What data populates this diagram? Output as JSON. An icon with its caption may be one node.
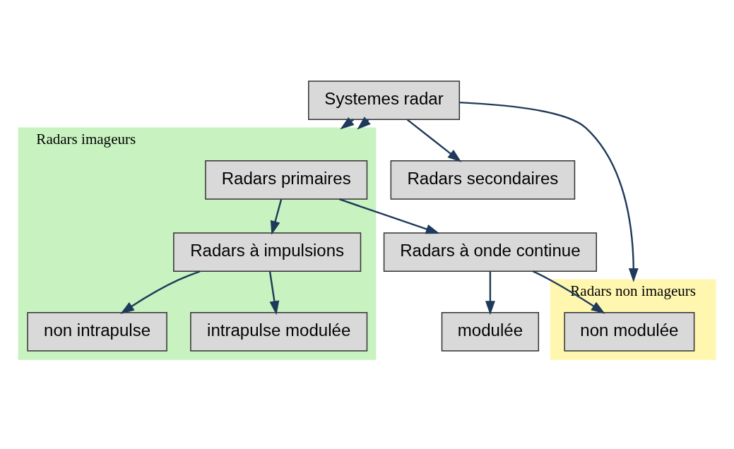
{
  "diagram": {
    "nodes": [
      {
        "text": [
          "Systemes radar"
        ]
      },
      {
        "text": [
          "Radars imageurs"
        ]
      },
      {
        "text": [
          "Radars secondaires"
        ]
      },
      {
        "text": [
          "Radars non imageurs"
        ]
      },
      {
        "text": [
          "Radars primaires"
        ],
        "in": 1
      },
      {
        "text": [
          "Radars à impulsions"
        ],
        "in": 1
      },
      {
        "text": [
          "Radars à onde continue"
        ]
      },
      {
        "text": [
          "non intrapulse"
        ],
        "in": 1
      },
      {
        "text": [
          "intrapulse modulée"
        ],
        "in": 1
      },
      {
        "text": [
          "modulée"
        ]
      },
      {
        "text": [
          "non modulée"
        ],
        "in": 3
      }
    ],
    "edges": [
      {
        "from": 0,
        "to": 1,
        "arrow": "to"
      },
      {
        "from": 0,
        "to": 1,
        "arrow": "to"
      },
      {
        "from": 0,
        "to": 2,
        "arrow": "to"
      },
      {
        "from": 0,
        "to": 3,
        "arrow": "to"
      },
      {
        "from": 4,
        "to": 5,
        "arrow": "to"
      },
      {
        "from": 4,
        "to": 6,
        "arrow": "to"
      },
      {
        "from": 5,
        "to": 7,
        "arrow": "to"
      },
      {
        "from": 5,
        "to": 8,
        "arrow": "to"
      },
      {
        "from": 6,
        "to": 9,
        "arrow": "to"
      },
      {
        "from": 6,
        "to": 10,
        "arrow": "to"
      }
    ]
  }
}
